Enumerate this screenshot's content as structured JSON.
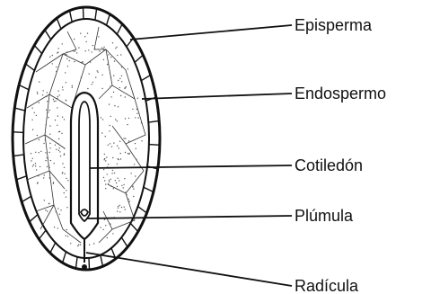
{
  "labels": [
    {
      "id": "episperma",
      "text": "Episperma"
    },
    {
      "id": "endospermo",
      "text": "Endospermo"
    },
    {
      "id": "cotiledon",
      "text": "Cotiledón"
    },
    {
      "id": "plumula",
      "text": "Plúmula"
    },
    {
      "id": "radicula",
      "text": "Radícula"
    }
  ],
  "colors": {
    "ink": "#111111",
    "background": "#ffffff",
    "stipple": "#555555"
  }
}
